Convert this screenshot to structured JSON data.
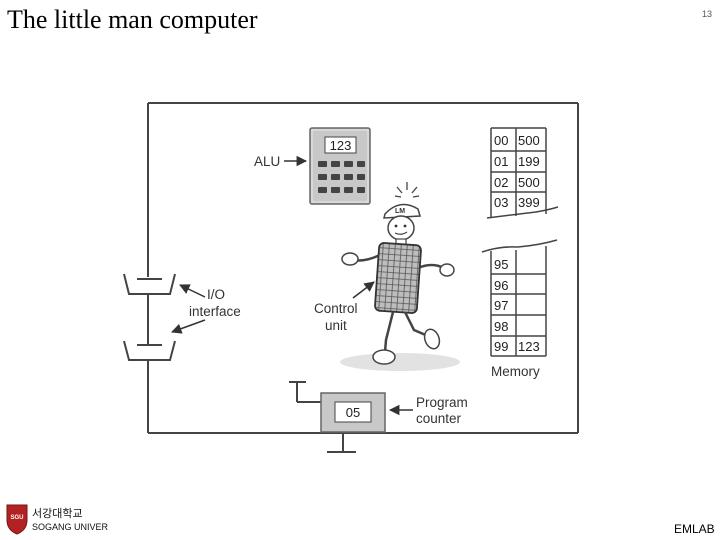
{
  "slide": {
    "title": "The little man computer",
    "page_number": "13",
    "footer_right": "EMLAB"
  },
  "logo": {
    "name_korean": "서강대학교",
    "name_english": "SOGANG UNIVERSITY",
    "shield_letters": "SGU"
  },
  "diagram": {
    "alu_label": "ALU",
    "alu_display": "123",
    "io_label_line1": "I/O",
    "io_label_line2": "interface",
    "control_label_line1": "Control",
    "control_label_line2": "unit",
    "hat_text": "LM",
    "program_counter_label_line1": "Program",
    "program_counter_label_line2": "counter",
    "program_counter_value": "05",
    "memory_label": "Memory",
    "memory_top": [
      {
        "address": "00",
        "value": "500"
      },
      {
        "address": "01",
        "value": "199"
      },
      {
        "address": "02",
        "value": "500"
      },
      {
        "address": "03",
        "value": "399"
      }
    ],
    "memory_bottom": [
      {
        "address": "95",
        "value": ""
      },
      {
        "address": "96",
        "value": ""
      },
      {
        "address": "97",
        "value": ""
      },
      {
        "address": "98",
        "value": ""
      },
      {
        "address": "99",
        "value": "123"
      }
    ]
  },
  "colors": {
    "line": "#444444",
    "alu_body": "#c8c8c8",
    "pc_body": "#c8c8c8",
    "logo_red": "#b22222"
  }
}
